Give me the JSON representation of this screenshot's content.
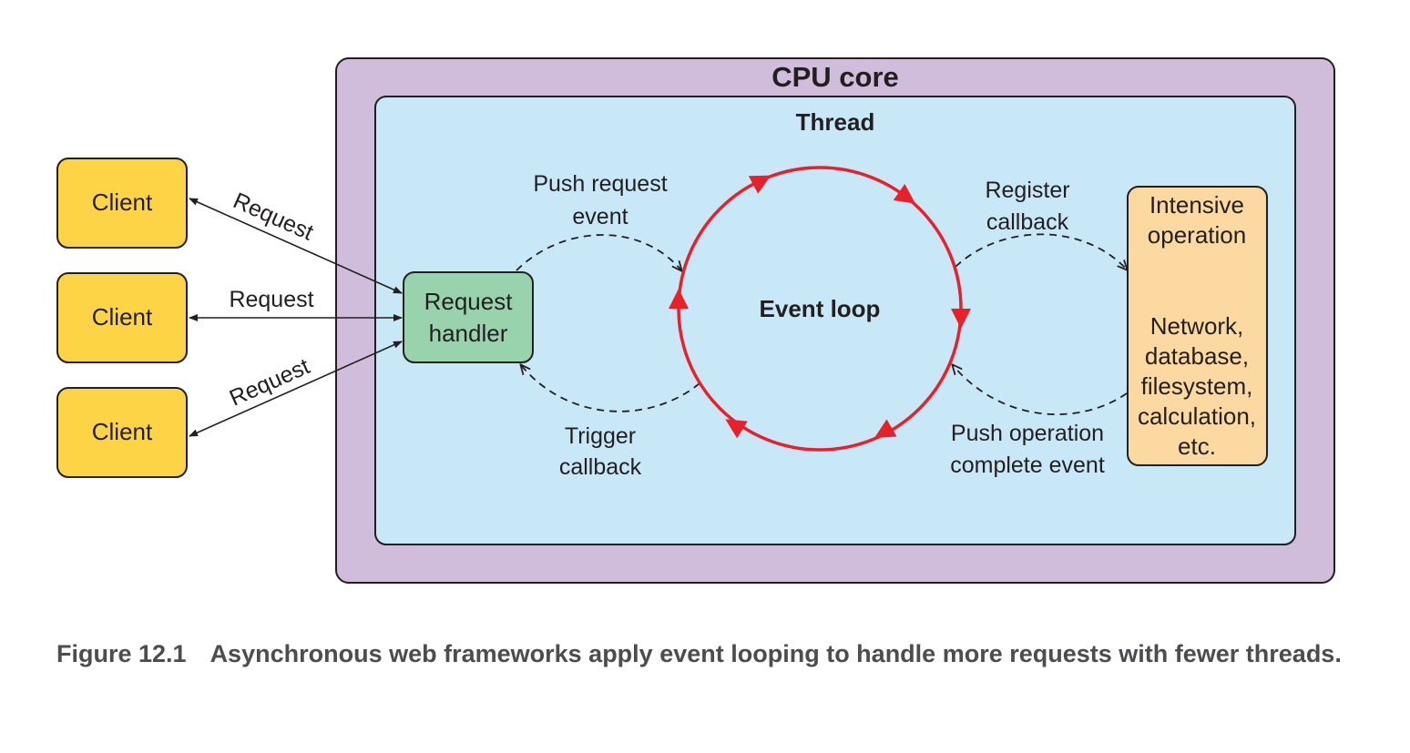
{
  "diagram": {
    "cpu_core": {
      "label": "CPU core",
      "color": "#cfbddb"
    },
    "thread": {
      "label": "Thread",
      "color": "#c8e8f8"
    },
    "clients": [
      {
        "label": "Client"
      },
      {
        "label": "Client"
      },
      {
        "label": "Client"
      }
    ],
    "client_color": "#fdd446",
    "request_labels": [
      "Request",
      "Request",
      "Request"
    ],
    "request_handler": {
      "line1": "Request",
      "line2": "handler",
      "color": "#99d3ae"
    },
    "event_loop": {
      "label": "Event loop",
      "color": "#e8202a"
    },
    "push_request_event": {
      "line1": "Push request",
      "line2": "event"
    },
    "trigger_callback": {
      "line1": "Trigger",
      "line2": "callback"
    },
    "register_callback": {
      "line1": "Register",
      "line2": "callback"
    },
    "push_operation_complete": {
      "line1": "Push operation",
      "line2": "complete event"
    },
    "intensive_operation": {
      "line1": "Intensive",
      "line2": "operation",
      "detail": [
        "Network,",
        "database,",
        "filesystem,",
        "calculation,",
        "etc."
      ],
      "color": "#fcd9a0"
    }
  },
  "caption": {
    "number": "Figure 12.1",
    "text": "Asynchronous web frameworks apply event looping to handle more requests with fewer threads."
  }
}
